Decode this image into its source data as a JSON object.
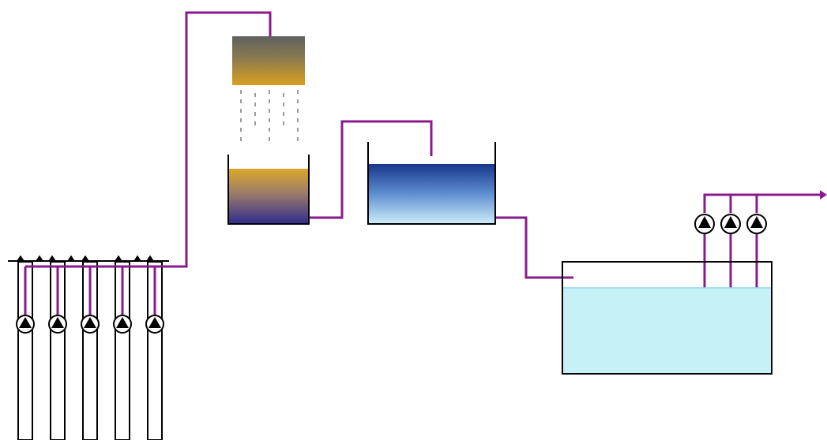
{
  "diagram": {
    "type": "water-treatment-process-schematic",
    "components": [
      {
        "name": "well-pumps",
        "count": 5,
        "icon": "pump-icon"
      },
      {
        "name": "aerator-sprinkler",
        "icon": "sprinkler-icon"
      },
      {
        "name": "settling-tank"
      },
      {
        "name": "filter-tank"
      },
      {
        "name": "clear-water-reservoir"
      },
      {
        "name": "distribution-pumps",
        "count": 3,
        "icon": "pump-icon"
      }
    ],
    "colors": {
      "pipe": "#8a1a8c",
      "outline": "#000000",
      "sprinkler_top": "#606060",
      "sprinkler_bottom": "#d4a020",
      "settling_top": "#d9a62a",
      "settling_bottom": "#3a3a8c",
      "filter_top": "#1c3f8f",
      "filter_bottom": "#c8ecf8",
      "reservoir_water": "#c6f1f7",
      "droplet": "#9a9a9a"
    }
  }
}
